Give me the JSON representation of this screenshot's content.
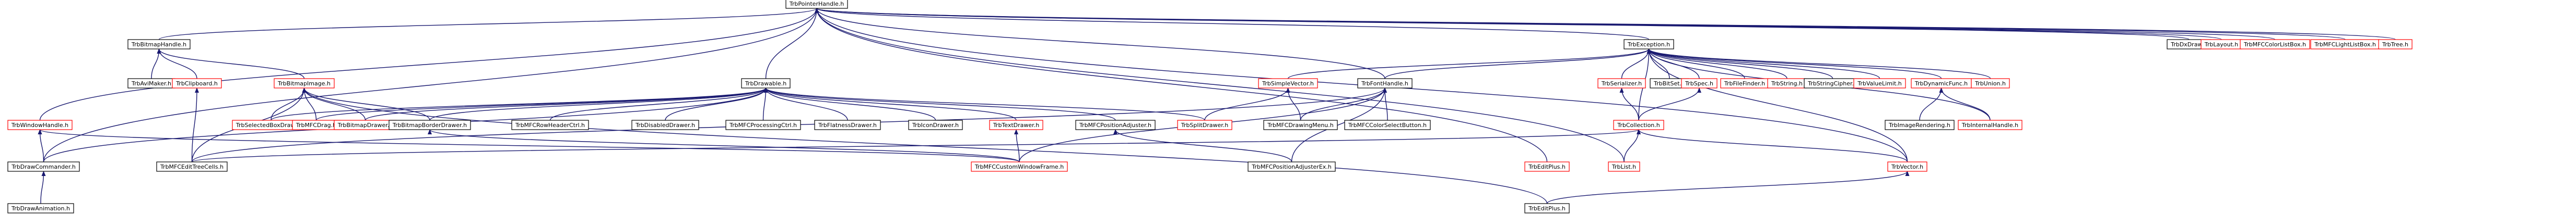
{
  "colors": {
    "edge": "#191970",
    "node_border_documented": "#000000",
    "node_border_undocumented": "#ff0000",
    "root_fill": "#bfbfbf",
    "node_fill": "#ffffff",
    "text": "#000000"
  },
  "nodes": [
    {
      "id": "n0",
      "label": "TrbPointerHandle.h",
      "root": true,
      "documented": true
    },
    {
      "id": "n1",
      "label": "TrbBitmapHandle.h",
      "documented": true
    },
    {
      "id": "n2",
      "label": "TrbException.h",
      "documented": true
    },
    {
      "id": "n3",
      "label": "TrbDxDraw.h",
      "documented": true
    },
    {
      "id": "n4",
      "label": "TrbLayout.h",
      "documented": false
    },
    {
      "id": "n5",
      "label": "TrbMFCColorListBox.h",
      "documented": false
    },
    {
      "id": "n6",
      "label": "TrbMFCLightListBox.h",
      "documented": false
    },
    {
      "id": "n7",
      "label": "TrbTree.h",
      "documented": false
    },
    {
      "id": "n8",
      "label": "TrbAviMaker.h",
      "documented": true
    },
    {
      "id": "n9",
      "label": "TrbClipboard.h",
      "documented": false
    },
    {
      "id": "n10",
      "label": "TrbBitmapImage.h",
      "documented": false
    },
    {
      "id": "n11",
      "label": "TrbDrawable.h",
      "documented": true
    },
    {
      "id": "n12",
      "label": "TrbSimpleVector.h",
      "documented": false
    },
    {
      "id": "n13",
      "label": "TrbFontHandle.h",
      "documented": true
    },
    {
      "id": "n14",
      "label": "TrbSerializer.h",
      "documented": false
    },
    {
      "id": "n15",
      "label": "TrbBitSet.h",
      "documented": true
    },
    {
      "id": "n16",
      "label": "TrbSpec.h",
      "documented": false
    },
    {
      "id": "n17",
      "label": "TrbFileFinder.h",
      "documented": false
    },
    {
      "id": "n18",
      "label": "TrbString.h",
      "documented": false
    },
    {
      "id": "n19",
      "label": "TrbStringCipher.h",
      "documented": true
    },
    {
      "id": "n20",
      "label": "TrbValueLimit.h",
      "documented": false
    },
    {
      "id": "n21",
      "label": "TrbDynamicFunc.h",
      "documented": false
    },
    {
      "id": "n22",
      "label": "TrbUnion.h",
      "documented": false
    },
    {
      "id": "n23",
      "label": "TrbWindowHandle.h",
      "documented": false
    },
    {
      "id": "n24",
      "label": "TrbSelectedBoxDrawer.h",
      "documented": false
    },
    {
      "id": "n25",
      "label": "TrbMFCDrag.h",
      "documented": false
    },
    {
      "id": "n26",
      "label": "TrbBitmapDrawer.h",
      "documented": false
    },
    {
      "id": "n27",
      "label": "TrbBitmapBorderDrawer.h",
      "documented": true
    },
    {
      "id": "n28",
      "label": "TrbMFCRowHeaderCtrl.h",
      "documented": true
    },
    {
      "id": "n29",
      "label": "TrbDisabledDrawer.h",
      "documented": true
    },
    {
      "id": "n30",
      "label": "TrbMFCProcessingCtrl.h",
      "documented": true
    },
    {
      "id": "n31",
      "label": "TrbFlatnessDrawer.h",
      "documented": true
    },
    {
      "id": "n32",
      "label": "TrbIconDrawer.h",
      "documented": true
    },
    {
      "id": "n33",
      "label": "TrbTextDrawer.h",
      "documented": false
    },
    {
      "id": "n34",
      "label": "TrbMFCPositionAdjuster.h",
      "documented": true
    },
    {
      "id": "n35",
      "label": "TrbSplitDrawer.h",
      "documented": false
    },
    {
      "id": "n36",
      "label": "TrbMFCDrawingMenu.h",
      "documented": true
    },
    {
      "id": "n37",
      "label": "TrbMFCColorSelectButton.h",
      "documented": true
    },
    {
      "id": "n38",
      "label": "TrbCollection.h",
      "documented": false
    },
    {
      "id": "n39",
      "label": "TrbImageRendering.h",
      "documented": true
    },
    {
      "id": "n40",
      "label": "TrbInternalHandle.h",
      "documented": false
    },
    {
      "id": "n41",
      "label": "TrbDrawCommander.h",
      "documented": true
    },
    {
      "id": "n42",
      "label": "TrbMFCEditTreeCells.h",
      "documented": true
    },
    {
      "id": "n43",
      "label": "TrbMFCCustomWindowFrame.h",
      "documented": false
    },
    {
      "id": "n44",
      "label": "TrbMFCPositionAdjusterEx.h",
      "documented": true
    },
    {
      "id": "n45",
      "label": "TrbEditPlus.h",
      "documented": false
    },
    {
      "id": "n46",
      "label": "TrbList.h",
      "documented": false
    },
    {
      "id": "n47",
      "label": "TrbVector.h",
      "documented": false
    },
    {
      "id": "n48",
      "label": "TrbDrawAnimation.h",
      "documented": true
    },
    {
      "id": "n49",
      "label": "TrbEditPlus.h",
      "documented": true
    }
  ],
  "edges": [
    [
      "n1",
      "n0"
    ],
    [
      "n2",
      "n0"
    ],
    [
      "n3",
      "n0"
    ],
    [
      "n4",
      "n0"
    ],
    [
      "n5",
      "n0"
    ],
    [
      "n6",
      "n0"
    ],
    [
      "n7",
      "n0"
    ],
    [
      "n11",
      "n0"
    ],
    [
      "n13",
      "n0"
    ],
    [
      "n23",
      "n0"
    ],
    [
      "n41",
      "n0"
    ],
    [
      "n45",
      "n0"
    ],
    [
      "n46",
      "n0"
    ],
    [
      "n47",
      "n0"
    ],
    [
      "n8",
      "n1"
    ],
    [
      "n9",
      "n1"
    ],
    [
      "n10",
      "n1"
    ],
    [
      "n12",
      "n2"
    ],
    [
      "n13",
      "n2"
    ],
    [
      "n14",
      "n2"
    ],
    [
      "n15",
      "n2"
    ],
    [
      "n16",
      "n2"
    ],
    [
      "n17",
      "n2"
    ],
    [
      "n18",
      "n2"
    ],
    [
      "n19",
      "n2"
    ],
    [
      "n20",
      "n2"
    ],
    [
      "n21",
      "n2"
    ],
    [
      "n22",
      "n2"
    ],
    [
      "n38",
      "n2"
    ],
    [
      "n40",
      "n2"
    ],
    [
      "n47",
      "n2"
    ],
    [
      "n24",
      "n10"
    ],
    [
      "n25",
      "n10"
    ],
    [
      "n26",
      "n10"
    ],
    [
      "n27",
      "n10"
    ],
    [
      "n42",
      "n10"
    ],
    [
      "n24",
      "n11"
    ],
    [
      "n25",
      "n11"
    ],
    [
      "n26",
      "n11"
    ],
    [
      "n27",
      "n11"
    ],
    [
      "n28",
      "n11"
    ],
    [
      "n29",
      "n11"
    ],
    [
      "n30",
      "n11"
    ],
    [
      "n31",
      "n11"
    ],
    [
      "n32",
      "n11"
    ],
    [
      "n33",
      "n11"
    ],
    [
      "n34",
      "n11"
    ],
    [
      "n35",
      "n11"
    ],
    [
      "n41",
      "n11"
    ],
    [
      "n35",
      "n12"
    ],
    [
      "n36",
      "n12"
    ],
    [
      "n36",
      "n13"
    ],
    [
      "n37",
      "n13"
    ],
    [
      "n42",
      "n13"
    ],
    [
      "n43",
      "n13"
    ],
    [
      "n44",
      "n13"
    ],
    [
      "n38",
      "n14"
    ],
    [
      "n38",
      "n16"
    ],
    [
      "n39",
      "n21"
    ],
    [
      "n40",
      "n21"
    ],
    [
      "n41",
      "n23"
    ],
    [
      "n43",
      "n23"
    ],
    [
      "n48",
      "n41"
    ],
    [
      "n42",
      "n9"
    ],
    [
      "n43",
      "n27"
    ],
    [
      "n43",
      "n33"
    ],
    [
      "n44",
      "n34"
    ],
    [
      "n46",
      "n38"
    ],
    [
      "n47",
      "n38"
    ],
    [
      "n42",
      "n38"
    ],
    [
      "n49",
      "n47"
    ],
    [
      "n49",
      "n10"
    ]
  ]
}
